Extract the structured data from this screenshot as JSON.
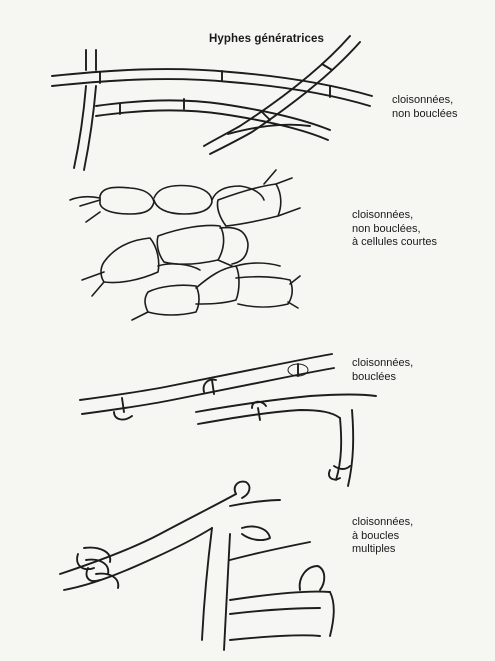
{
  "figure": {
    "title": "Hyphes génératrices",
    "panels": [
      {
        "label": "cloisonnées,\nnon bouclées"
      },
      {
        "label": "cloisonnées,\nnon bouclées,\nà cellules courtes"
      },
      {
        "label": "cloisonnées,\nbouclées"
      },
      {
        "label": "cloisonnées,\nà boucles\nmultiples"
      }
    ]
  }
}
